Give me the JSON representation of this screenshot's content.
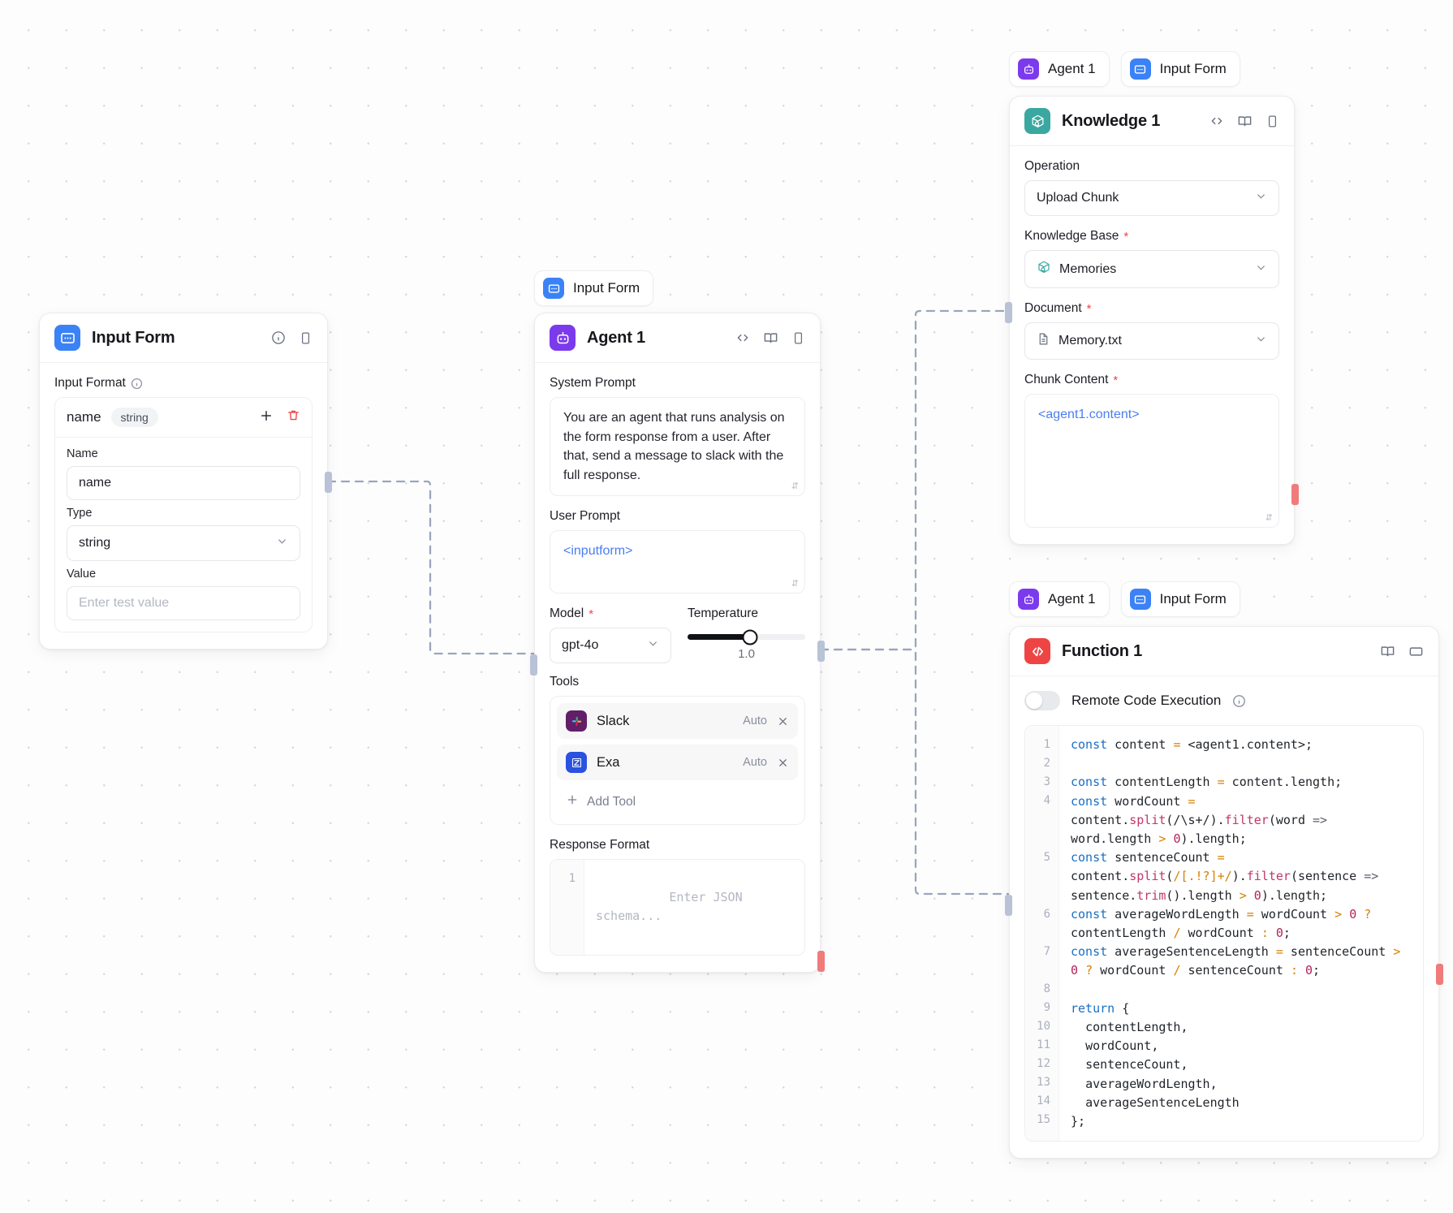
{
  "canvas": {
    "name": "workflow-canvas"
  },
  "colors": {
    "input_form_icon": "#3b82f6",
    "agent_icon": "#7c3aed",
    "knowledge_icon": "#3aa8a0",
    "function_icon": "#ef4444",
    "slack_icon": "#611f69",
    "exa_icon": "#2a52e0",
    "accent_token": "#4a7ef0",
    "required_star": "#ef4444",
    "handle_blue": "#b9c2d6",
    "handle_red": "#ef7b7b"
  },
  "nodes": {
    "input_form": {
      "title": "Input Form",
      "icon": "input-form-icon",
      "header_icons": [
        "info-icon",
        "panel-icon"
      ],
      "section_label": "Input Format",
      "section_info_icon": "info-icon",
      "field": {
        "row_name": "name",
        "row_type_chip": "string",
        "add_icon": "plus-icon",
        "delete_icon": "trash-icon",
        "name_label": "Name",
        "name_value": "name",
        "type_label": "Type",
        "type_value": "string",
        "value_label": "Value",
        "value_placeholder": "Enter test value"
      }
    },
    "agent": {
      "badge": {
        "label": "Input Form",
        "icon": "input-form-icon"
      },
      "title": "Agent 1",
      "icon": "agent-icon",
      "header_icons": [
        "code-icon",
        "book-icon",
        "panel-icon"
      ],
      "system_prompt_label": "System Prompt",
      "system_prompt_value": "You are an agent that runs analysis on the form response from a user. After that, send a message to slack with the full response.",
      "user_prompt_label": "User Prompt",
      "user_prompt_value": "<inputform>",
      "model_label": "Model",
      "model_required": "*",
      "model_value": "gpt-4o",
      "temperature_label": "Temperature",
      "temperature_value": "1.0",
      "temperature_percent": 53,
      "tools_label": "Tools",
      "tools": [
        {
          "name": "Slack",
          "mode": "Auto",
          "icon": "slack-icon",
          "remove_icon": "close-icon"
        },
        {
          "name": "Exa",
          "mode": "Auto",
          "icon": "exa-icon",
          "remove_icon": "close-icon"
        }
      ],
      "add_tool_label": "Add Tool",
      "add_tool_icon": "plus-icon",
      "response_format_label": "Response Format",
      "response_format_placeholder": "Enter JSON schema...",
      "response_format_line_number": "1"
    },
    "knowledge": {
      "badges": [
        {
          "label": "Agent 1",
          "icon": "agent-icon"
        },
        {
          "label": "Input Form",
          "icon": "input-form-icon"
        }
      ],
      "title": "Knowledge 1",
      "icon": "knowledge-icon",
      "header_icons": [
        "code-icon",
        "book-icon",
        "panel-icon"
      ],
      "operation_label": "Operation",
      "operation_value": "Upload Chunk",
      "knowledge_base_label": "Knowledge Base",
      "knowledge_base_required": "*",
      "knowledge_base_value": "Memories",
      "knowledge_base_icon": "knowledge-icon",
      "document_label": "Document",
      "document_required": "*",
      "document_value": "Memory.txt",
      "document_icon": "file-icon",
      "chunk_content_label": "Chunk Content",
      "chunk_content_required": "*",
      "chunk_content_value": "<agent1.content>"
    },
    "function": {
      "badges": [
        {
          "label": "Agent 1",
          "icon": "agent-icon"
        },
        {
          "label": "Input Form",
          "icon": "input-form-icon"
        }
      ],
      "title": "Function 1",
      "icon": "function-icon",
      "header_icons": [
        "book-icon",
        "window-icon"
      ],
      "remote_toggle_label": "Remote Code Execution",
      "remote_toggle_info_icon": "info-icon",
      "remote_toggle_on": false,
      "code_lines": [
        "1",
        "2",
        "3",
        "4",
        "5",
        "6",
        "7",
        "8",
        "9",
        "10",
        "11",
        "12",
        "13",
        "14",
        "15"
      ],
      "code_text": [
        "const content = <agent1.content>;",
        "",
        "const contentLength = content.length;",
        "const wordCount = content.split(/\\s+/).filter(word => word.length > 0).length;",
        "const sentenceCount = content.split(/[.!?]+/).filter(sentence => sentence.trim().length > 0).length;",
        "const averageWordLength = wordCount > 0 ? contentLength / wordCount : 0;",
        "const averageSentenceLength = sentenceCount > 0 ? wordCount / sentenceCount : 0;",
        "",
        "return {",
        "  contentLength,",
        "  wordCount,",
        "  sentenceCount,",
        "  averageWordLength,",
        "  averageSentenceLength",
        "};"
      ]
    }
  }
}
